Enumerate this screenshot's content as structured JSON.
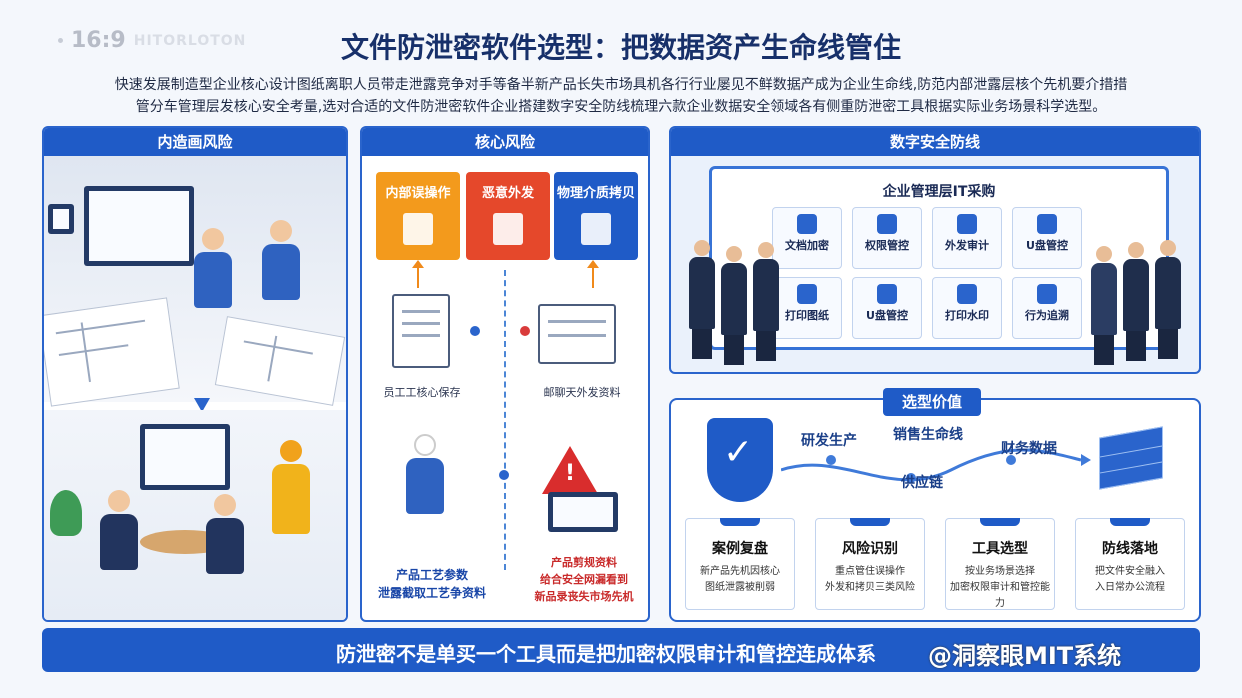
{
  "corner": {
    "ratio": "16:9",
    "brand": "HITORLOTON"
  },
  "title": "文件防泄密软件选型：把数据资产生命线管住",
  "intro": [
    "快速发展制造型企业核心设计图纸离职人员带走泄露竞争对手等备半新产品长失市场具机各行行业屡见不鲜数据产成为企业生命线,防范内部泄露层核个先机要介措措",
    "管分车管理层发核心安全考量,选对合适的文件防泄密软件企业搭建数字安全防线梳理六款企业数据安全领域各有侧重防泄密工具根据实际业务场景科学选型。"
  ],
  "panel1": {
    "title": "内造画风险"
  },
  "panel2": {
    "title": "核心风险",
    "cards": [
      {
        "label": "内部误操作",
        "color": "#f39a1c"
      },
      {
        "label": "恶意外发",
        "color": "#e5482b"
      },
      {
        "label": "物理介质拷贝",
        "color": "#1f5bc7"
      }
    ],
    "doc1_caption": "员工工核心保存",
    "doc2_caption": "邮聊天外发资料",
    "blue_caption": [
      "产品工艺参数",
      "泄露截取工艺争资料"
    ],
    "red_caption": [
      "产品剪规资料",
      "给合安全网漏看到",
      "新品录丧失市场先机"
    ]
  },
  "panel3": {
    "title": "数字安全防线",
    "board_title": "企业管理层IT采购",
    "tiles": [
      {
        "label": "文档加密"
      },
      {
        "label": "权限管控"
      },
      {
        "label": "外发审计"
      },
      {
        "label": "U盘管控"
      },
      {
        "label": "打印图纸"
      },
      {
        "label": "U盘管控"
      },
      {
        "label": "打印水印"
      },
      {
        "label": "行为追溯"
      }
    ]
  },
  "panel4": {
    "title": "选型价值",
    "flow": [
      "研发生产",
      "销售生命线",
      "财务数据",
      "供应链"
    ],
    "cards": [
      {
        "title": "案例复盘",
        "desc": [
          "新产品先机因核心",
          "图纸泄露被削弱"
        ]
      },
      {
        "title": "风险识别",
        "desc": [
          "重点管住误操作",
          "外发和拷贝三类风险"
        ]
      },
      {
        "title": "工具选型",
        "desc": [
          "按业务场景选择",
          "加密权限审计和管控能力"
        ]
      },
      {
        "title": "防线落地",
        "desc": [
          "把文件安全融入",
          "入日常办公流程"
        ]
      }
    ]
  },
  "footer": "防泄密不是单买一个工具而是把加密权限审计和管控连成体系",
  "watermark": "@洞察眼MIT系统"
}
